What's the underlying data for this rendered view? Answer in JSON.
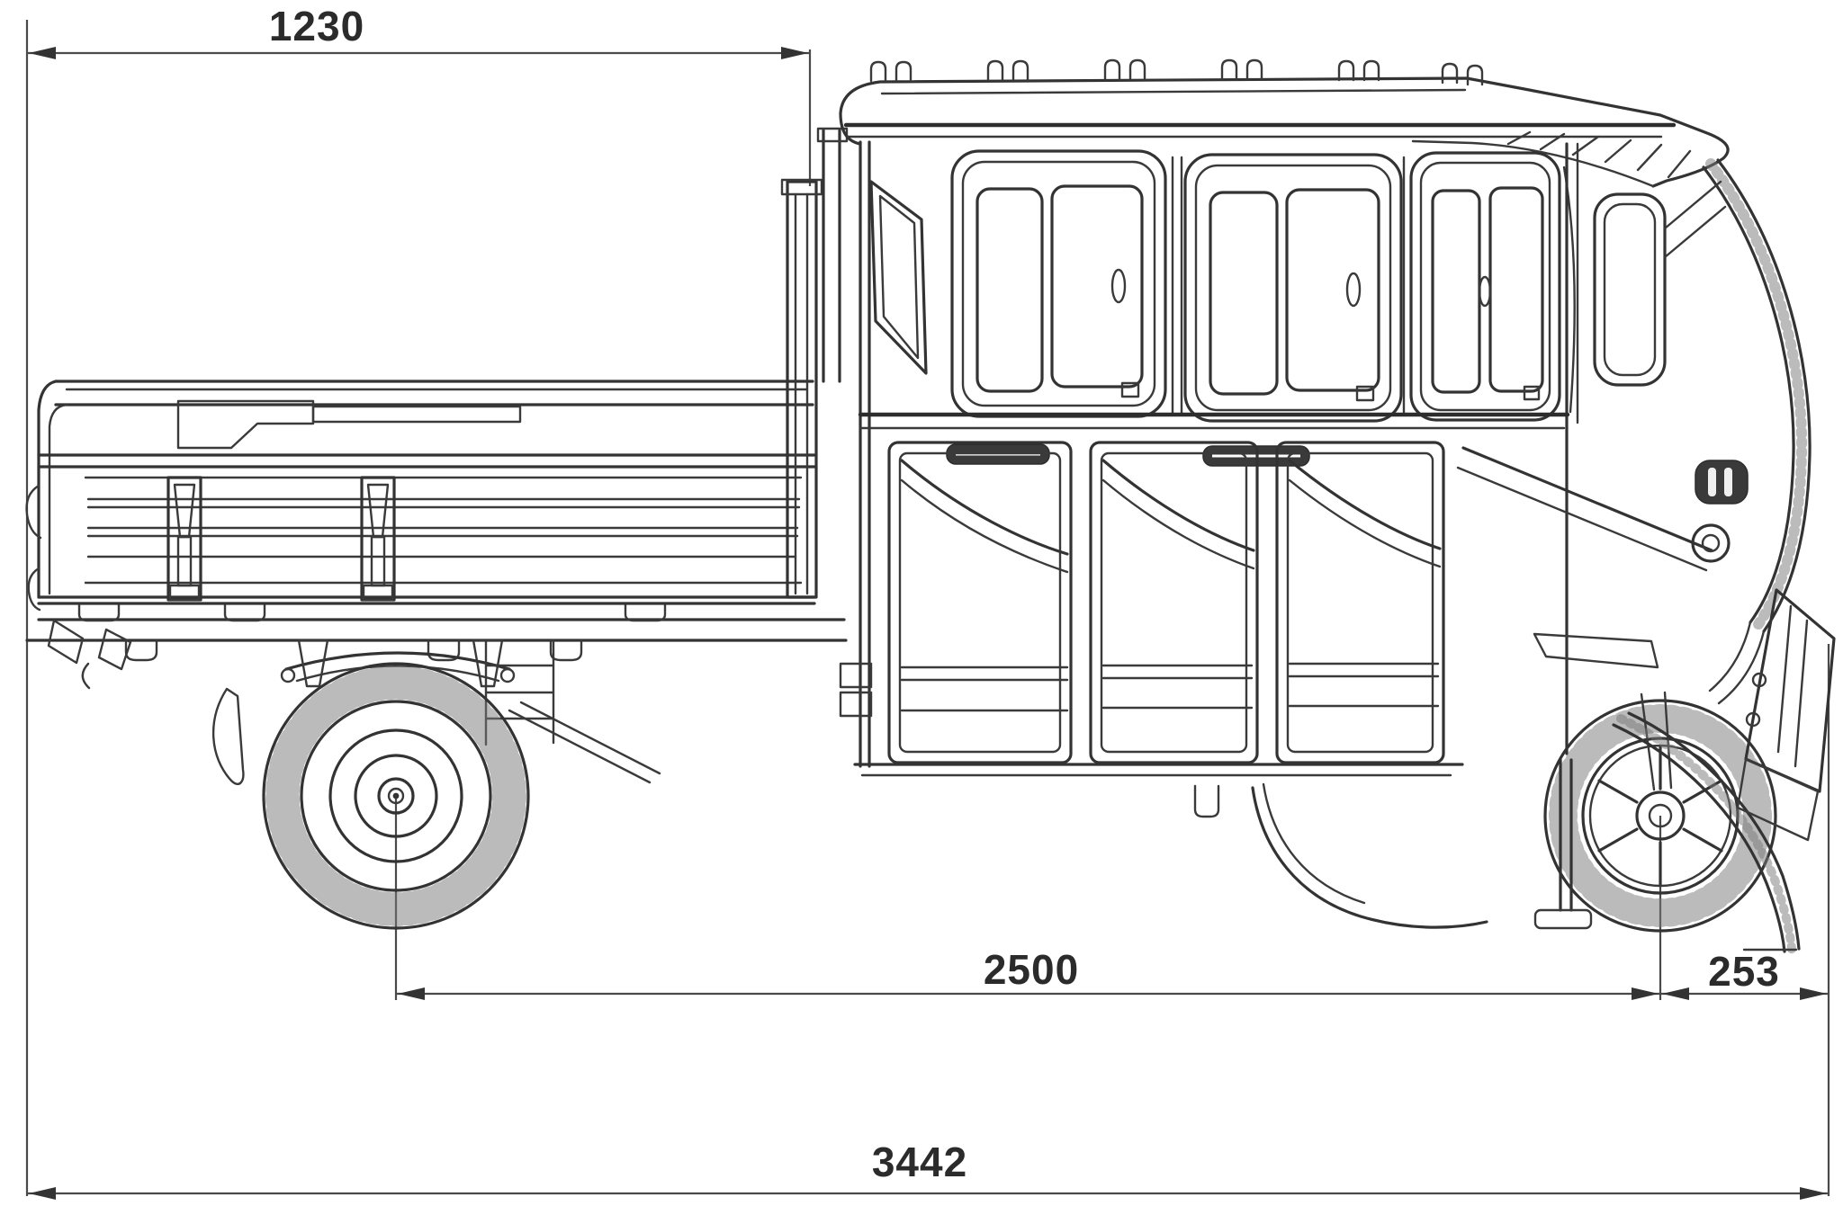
{
  "drawing": {
    "colors": {
      "ink": "#333333",
      "paper": "#ffffff",
      "stipple": "#777777"
    },
    "dimensions": {
      "bed_length": "1230",
      "wheelbase": "2500",
      "front_overhang": "253",
      "overall_length": "3442"
    }
  }
}
